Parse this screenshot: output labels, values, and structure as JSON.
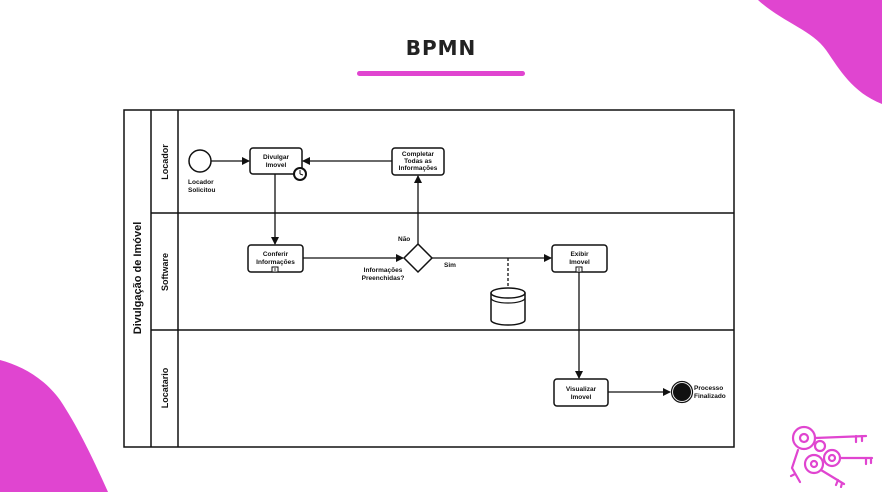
{
  "colors": {
    "accent": "#e045d0",
    "ink": "#111111",
    "background": "#ffffff"
  },
  "header": {
    "title": "BPMN"
  },
  "diagram": {
    "pool": {
      "label": "Divulgação de Imóvel"
    },
    "lanes": [
      {
        "label": "Locador"
      },
      {
        "label": "Software"
      },
      {
        "label": "Locatario"
      }
    ],
    "start_event": {
      "line1": "Locador",
      "line2": "Solicitou"
    },
    "tasks": {
      "divulgar": [
        "Divulgar",
        "Imovel"
      ],
      "completar": [
        "Completar",
        "Todas as",
        "Informações"
      ],
      "conferir": [
        "Conferir",
        "Informações"
      ],
      "exibir": [
        "Exibir",
        "Imovel"
      ],
      "visualizar": [
        "Visualizar",
        "Imovel"
      ]
    },
    "gateway": {
      "question_line1": "Informações",
      "question_line2": "Preenchidas?",
      "no_label": "Não",
      "yes_label": "Sim"
    },
    "end_event": {
      "line1": "Processo",
      "line2": "Finalizado"
    },
    "icons": {
      "timer": "clock-icon",
      "subprocess": "subprocess-marker-icon",
      "datastore": "database-icon"
    }
  },
  "decor": {
    "icon": "keys-icon"
  }
}
